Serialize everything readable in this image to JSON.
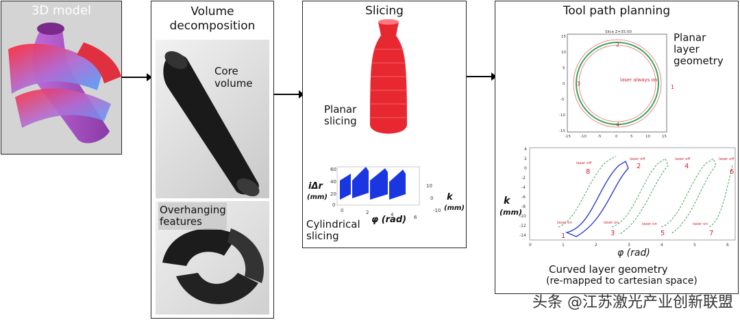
{
  "panels": {
    "model": {
      "title": "3D model"
    },
    "volume": {
      "title_line1": "Volume",
      "title_line2": "decomposition",
      "core_line1": "Core",
      "core_line2": "volume",
      "overhang_line1": "Overhanging",
      "overhang_line2": "features"
    },
    "slicing": {
      "title": "Slicing",
      "planar_line1": "Planar",
      "planar_line2": "slicing",
      "cyl_line1": "Cylindrical",
      "cyl_line2": "slicing",
      "plot_ylabel": "iΔr",
      "plot_yunit": "(mm)",
      "plot_xlabel": "φ (rad)",
      "plot_klabel": "k",
      "plot_kunit": "(mm)",
      "plot_yticks": [
        "60",
        "40",
        "20",
        "0"
      ],
      "plot_xticks": [
        "0",
        "2",
        "4",
        "6"
      ],
      "plot_kticks": [
        "10",
        "0",
        "-10"
      ]
    },
    "toolpath": {
      "title": "Tool path planning",
      "planar_line1": "Planar",
      "planar_line2": "layer",
      "planar_line3": "geometry",
      "circle_title": "Slice Z=35.00",
      "circle_note": "laser always on",
      "circle_points": [
        "1",
        "2",
        "3",
        "4"
      ],
      "circle_yticks": [
        "15",
        "10",
        "5",
        "0",
        "-5",
        "-10",
        "-15"
      ],
      "circle_xticks": [
        "-15",
        "-10",
        "-5",
        "0",
        "5",
        "10",
        "15"
      ],
      "curved_ylabel": "k",
      "curved_yunit": "(mm)",
      "curved_xlabel": "φ (rad)",
      "curved_yticks": [
        "4",
        "2",
        "0",
        "-2",
        "-4",
        "-6",
        "-8",
        "-10",
        "-12",
        "-14"
      ],
      "curved_xticks": [
        "0",
        "1",
        "2",
        "3",
        "4",
        "5",
        "6"
      ],
      "laser_off": "laser off",
      "laser_on": "laser on",
      "curved_points": [
        "1",
        "2",
        "3",
        "4",
        "5",
        "6",
        "7",
        "8"
      ],
      "caption_line1": "Curved layer geometry",
      "caption_line2": "(re-mapped to cartesian space)"
    }
  },
  "watermark": "头条 @江苏激光产业创新联盟",
  "colors": {
    "accent_red": "#e0202a",
    "accent_blue": "#1f3bd6",
    "accent_green": "#3aa35a",
    "model_purple": "#b060c0"
  }
}
